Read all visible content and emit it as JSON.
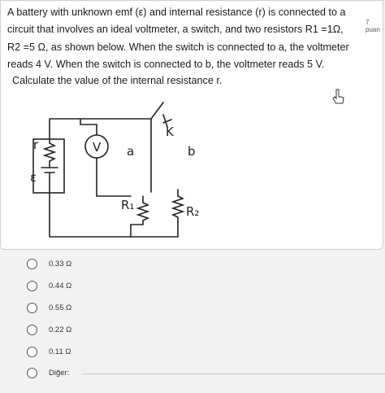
{
  "question": {
    "lines": [
      "A battery with unknown emf (ε) and internal resistance (r) is connected to a",
      "circuit that involves an ideal voltmeter, a switch, and two resistors R1 =1Ω,",
      "R2 =5 Ω, as shown below. When the switch is connected to a, the voltmeter",
      "reads 4 V. When the switch is connected to b, the voltmeter reads 5 V.",
      "Calculate the value of the internal resistance r."
    ],
    "points": "7 puan"
  },
  "circuit": {
    "labels": {
      "r": "r",
      "emf": "ε",
      "voltmeter": "V",
      "a": "a",
      "b": "b",
      "r1": "R₁",
      "r2": "R₂",
      "switch": "K"
    }
  },
  "options": [
    {
      "label": "0.33 Ω"
    },
    {
      "label": "0.44 Ω"
    },
    {
      "label": "0.55 Ω"
    },
    {
      "label": "0.22 Ω"
    },
    {
      "label": "0.11 Ω"
    },
    {
      "label": "Diğer:"
    }
  ]
}
